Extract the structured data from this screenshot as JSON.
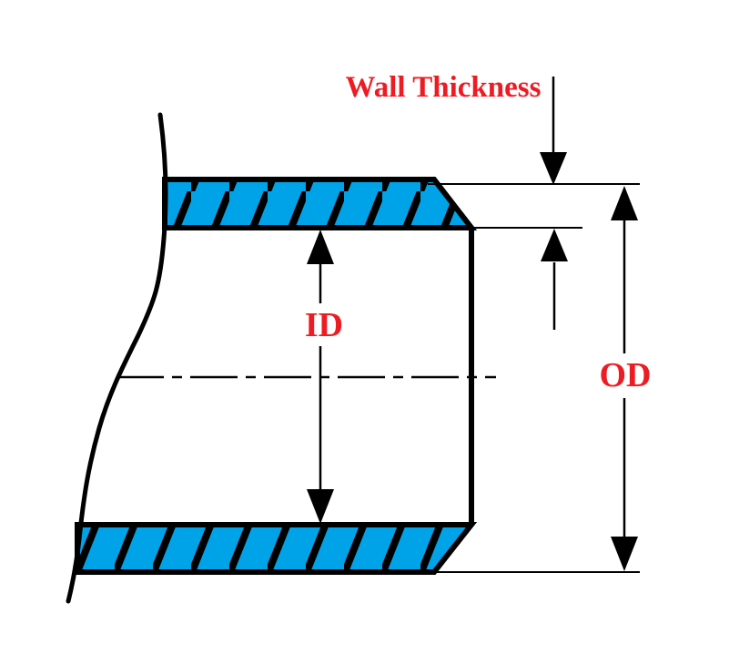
{
  "colors": {
    "wall_fill": "#00A2E8",
    "label_red": "#ED1C24",
    "line_black": "#000000"
  },
  "diagram": {
    "labels": {
      "wall_thickness": "Wall Thickness",
      "inner_diameter": "ID",
      "outer_diameter": "OD"
    }
  }
}
